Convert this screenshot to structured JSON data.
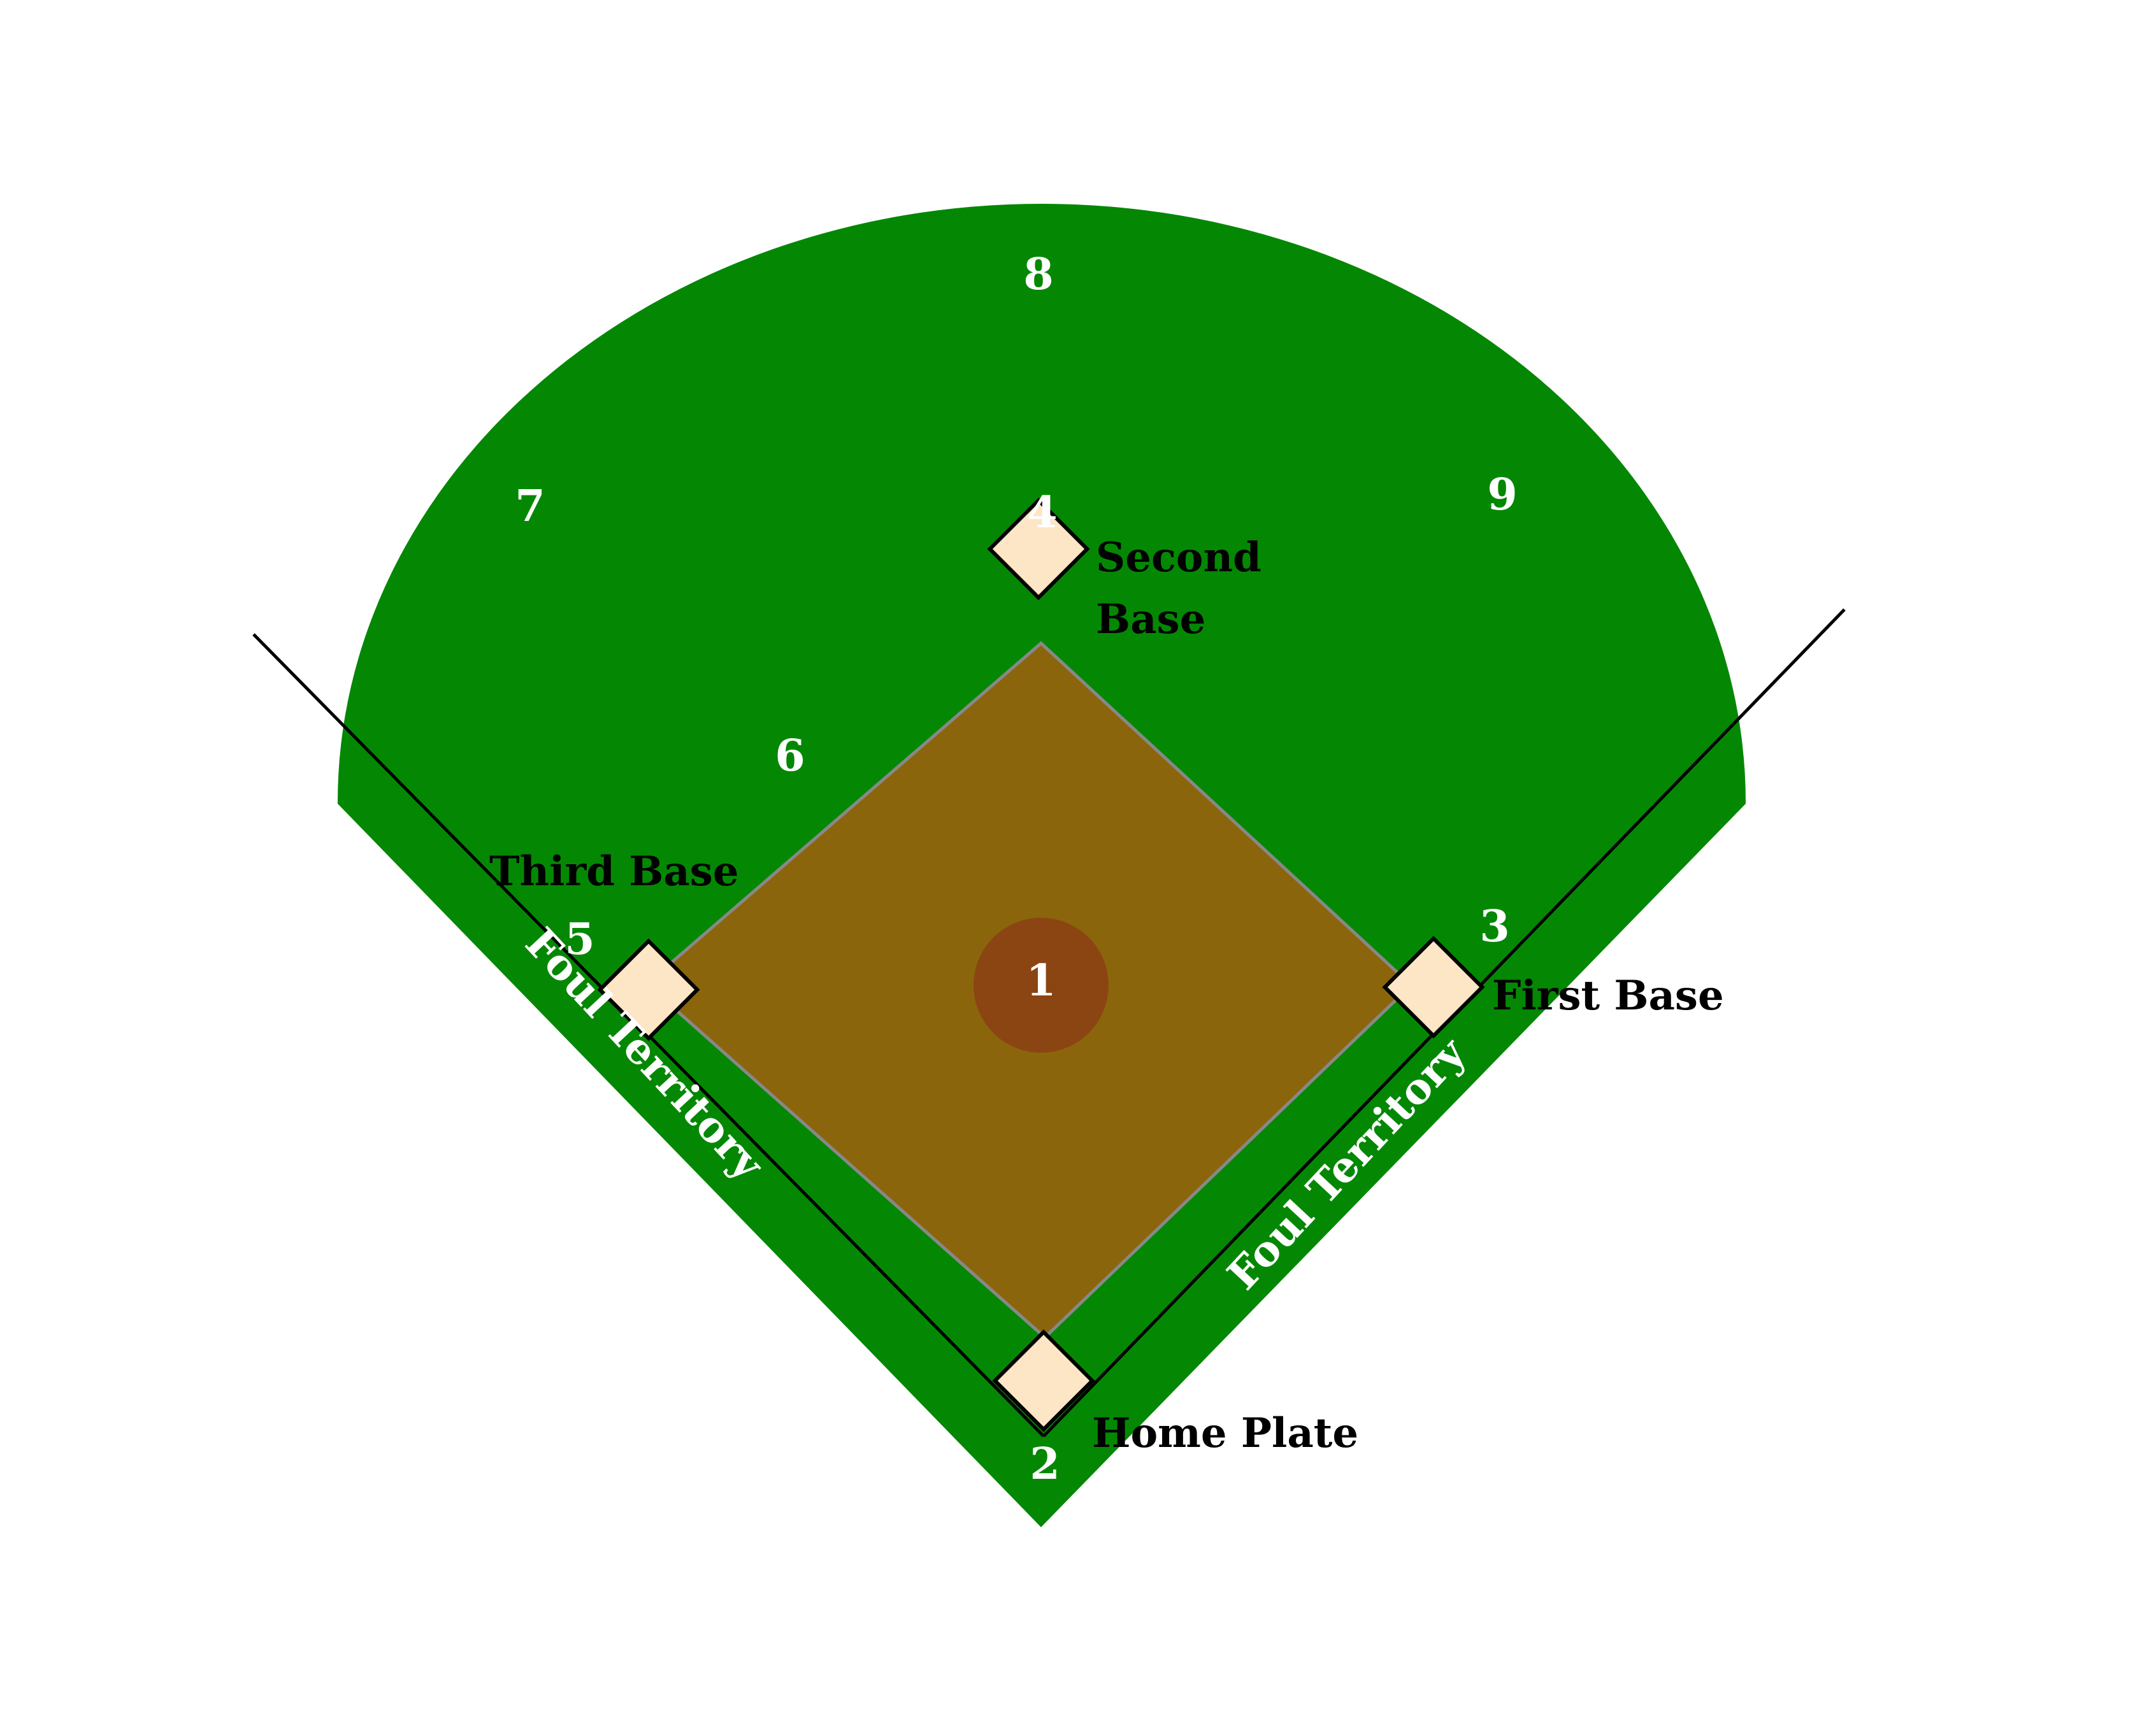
{
  "colors": {
    "grass": "#048804",
    "infield": "#8b650b",
    "mound": "#8b4513",
    "base": "#fde6c6",
    "line": "#000000",
    "number": "#ffffff"
  },
  "positions": [
    "1",
    "2",
    "3",
    "4",
    "5",
    "6",
    "7",
    "8",
    "9"
  ],
  "bases": {
    "second_line1": "Second",
    "second_line2": "Base",
    "third": "Third Base",
    "first": "First Base",
    "home": "Home Plate"
  },
  "foul_territory": {
    "left": "Foul Territory",
    "right": "Foul Territory"
  }
}
